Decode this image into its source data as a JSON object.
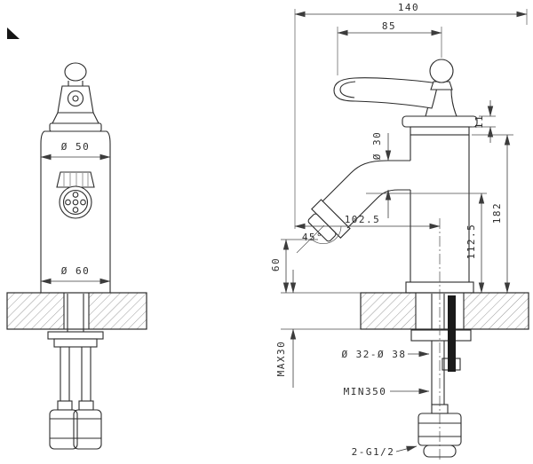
{
  "drawing": {
    "front_view": {
      "dim_body_diameter": "Ø 50",
      "dim_base_diameter": "Ø 60"
    },
    "side_view": {
      "dim_overall_depth": "140",
      "dim_handle_reach": "85",
      "dim_spout_tube_diameter": "Ø 30",
      "dim_cap_height": "11",
      "dim_body_height": "182",
      "dim_spout_outlet_height": "112.5",
      "dim_spout_reach": "102.5",
      "dim_spout_angle": "45°",
      "dim_outlet_clearance": "60",
      "dim_deck_thickness": "MAX30",
      "dim_mounting_hole": "Ø 32-Ø 38",
      "dim_hose_length": "MIN350",
      "dim_thread_connection": "2-G1/2"
    },
    "colors": {
      "line": "#2b2b2b",
      "background": "#ffffff"
    }
  }
}
